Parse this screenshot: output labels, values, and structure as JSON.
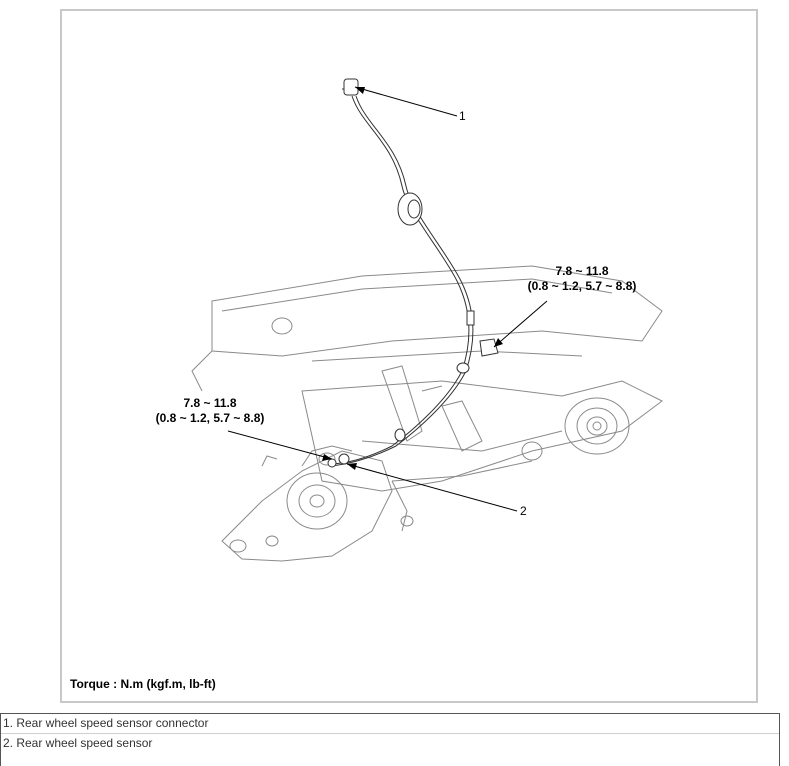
{
  "diagram": {
    "callouts": {
      "upper_torque": "7.8 ~ 11.8",
      "upper_torque_alt": "(0.8 ~ 1.2, 5.7 ~ 8.8)",
      "lower_torque": "7.8 ~ 11.8",
      "lower_torque_alt": "(0.8 ~ 1.2, 5.7 ~ 8.8)",
      "label_1": "1",
      "label_2": "2"
    },
    "torque_note": "Torque : N.m (kgf.m, lb-ft)"
  },
  "legend": {
    "items": [
      "1. Rear wheel speed sensor connector",
      "2. Rear wheel speed sensor"
    ]
  }
}
